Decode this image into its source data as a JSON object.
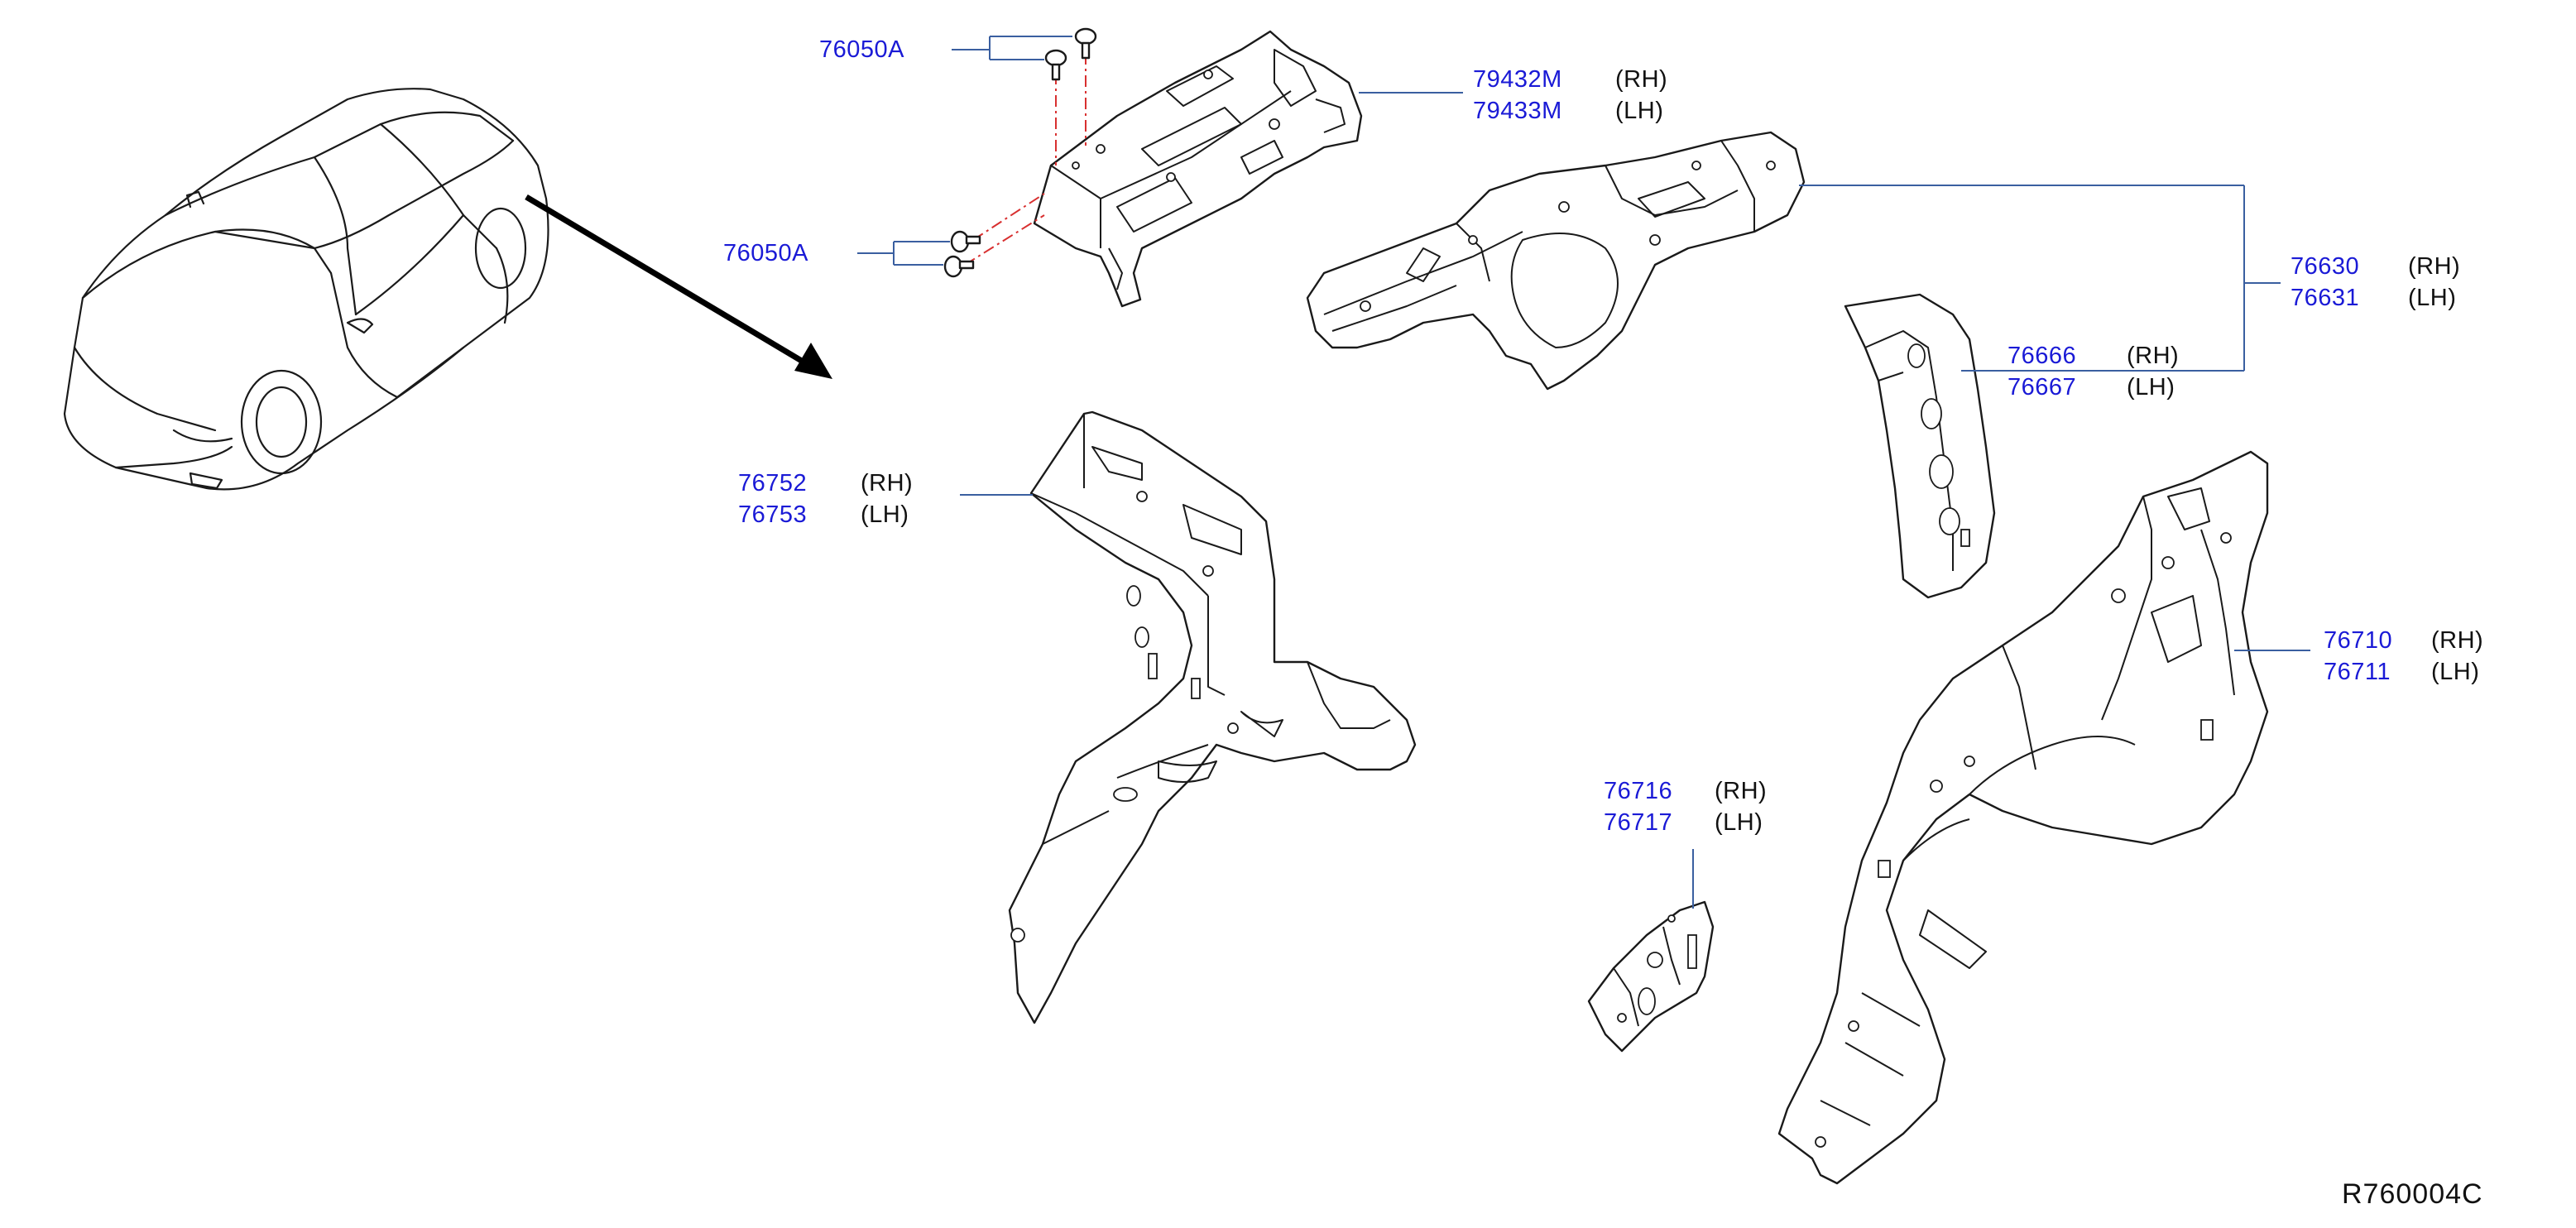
{
  "diagram_id": "R760004C",
  "parts": [
    {
      "key": "clip_upper",
      "number": "76050A",
      "side": ""
    },
    {
      "key": "clip_lower",
      "number": "76050A",
      "side": ""
    },
    {
      "key": "rear_pillar_inner_rh",
      "number": "79432M",
      "side": "(RH)"
    },
    {
      "key": "rear_pillar_inner_lh",
      "number": "79433M",
      "side": "(LH)"
    },
    {
      "key": "rear_housing_rh",
      "number": "76630",
      "side": "(RH)"
    },
    {
      "key": "rear_housing_lh",
      "number": "76631",
      "side": "(LH)"
    },
    {
      "key": "reinforcement_rh",
      "number": "76666",
      "side": "(RH)"
    },
    {
      "key": "reinforcement_lh",
      "number": "76667",
      "side": "(LH)"
    },
    {
      "key": "inner_panel_rh",
      "number": "76752",
      "side": "(RH)"
    },
    {
      "key": "inner_panel_lh",
      "number": "76753",
      "side": "(LH)"
    },
    {
      "key": "wheelhouse_rh",
      "number": "76710",
      "side": "(RH)"
    },
    {
      "key": "wheelhouse_lh",
      "number": "76711",
      "side": "(LH)"
    },
    {
      "key": "bracket_rh",
      "number": "76716",
      "side": "(RH)"
    },
    {
      "key": "bracket_lh",
      "number": "76717",
      "side": "(LH)"
    }
  ]
}
